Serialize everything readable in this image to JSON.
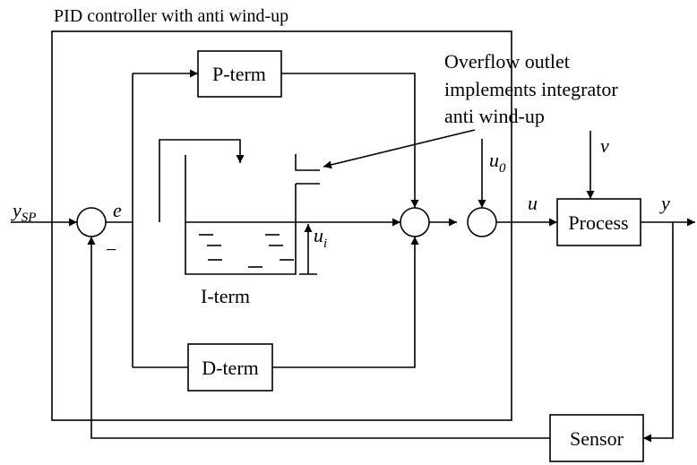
{
  "title": "PID controller with anti wind-up",
  "blocks": {
    "p_term": "P-term",
    "d_term": "D-term",
    "i_term": "I-term",
    "process": "Process",
    "sensor": "Sensor"
  },
  "annotation": {
    "line1": "Overflow outlet",
    "line2": "implements integrator",
    "line3": "anti wind-up"
  },
  "signals": {
    "setpoint": {
      "base": "y",
      "sub": "SP"
    },
    "error": "e",
    "minus": "−",
    "u0": {
      "base": "u",
      "sub": "0"
    },
    "ui": {
      "base": "u",
      "sub": "i"
    },
    "u": "u",
    "v": "v",
    "y": "y"
  }
}
